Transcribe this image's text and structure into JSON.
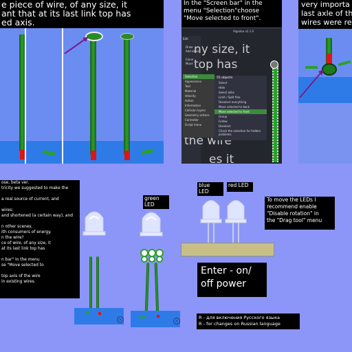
{
  "top": {
    "panel_left_text": "e piece of wire, of any size, it\nant that at its last link top has\ned axis.",
    "panel_mid_text": "In the \"Screen bar\" in the\nmenu \"Selection\"choose\n\"Move selected to front\".",
    "panel_right_text": "very importa\nlast axle of th\nwires were re",
    "app_title": "Algodoo v2.1.0",
    "sidebar_items": [
      "Edit",
      "Draw",
      "Add object",
      "Clone",
      "Move"
    ],
    "context_items": [
      "Selection",
      "Appearance",
      "Text",
      "Material",
      "Velocity",
      "Action",
      "Information",
      "Collision layers",
      "Geometry actions",
      "Controller",
      "Script menu"
    ],
    "submenu_header": "55 objects",
    "submenu_items": [
      "Select",
      "Hide",
      "Select alike",
      "Limit / Split fine",
      "Deselect everything",
      "Move selected to back",
      "Move selected to front",
      "Group",
      "Follow",
      "Deselect",
      "Check the selection for hidden problems"
    ],
    "bg_overlay_text": [
      "ny size, it",
      "top has",
      "the wire",
      "es it"
    ]
  },
  "left_text": "ose, beta ver.\ntricity we suggested to make the\n\n a real source of current, and\n\n wires:\nand shortened (a certain way), and\n\nn other scenes.\nith consumers of energy.\nn the wire?\nce of wire, of any size, it\nat its last link top has\n\nn bar\" in the menu\nse \"Move selected to\n\n top axis of the wire\nin existing wires.",
  "green_label": "green\nLED",
  "blue_label": "blue\nLED",
  "red_label": "red LED",
  "led_note": "To move the LEDs I\nrecommend enable\n\"Disable rotation\" in\nthe \"Drag tool\" menu",
  "power_note": "Enter - on/\noff power",
  "lang_note_1": "R - для включения Русского языка",
  "lang_note_2": "R - for changes on Russian language",
  "colors": {
    "background": "#8c96f8",
    "wire": "#2aa12a",
    "ground": "#2e7be8",
    "red_end": "#e01414"
  }
}
